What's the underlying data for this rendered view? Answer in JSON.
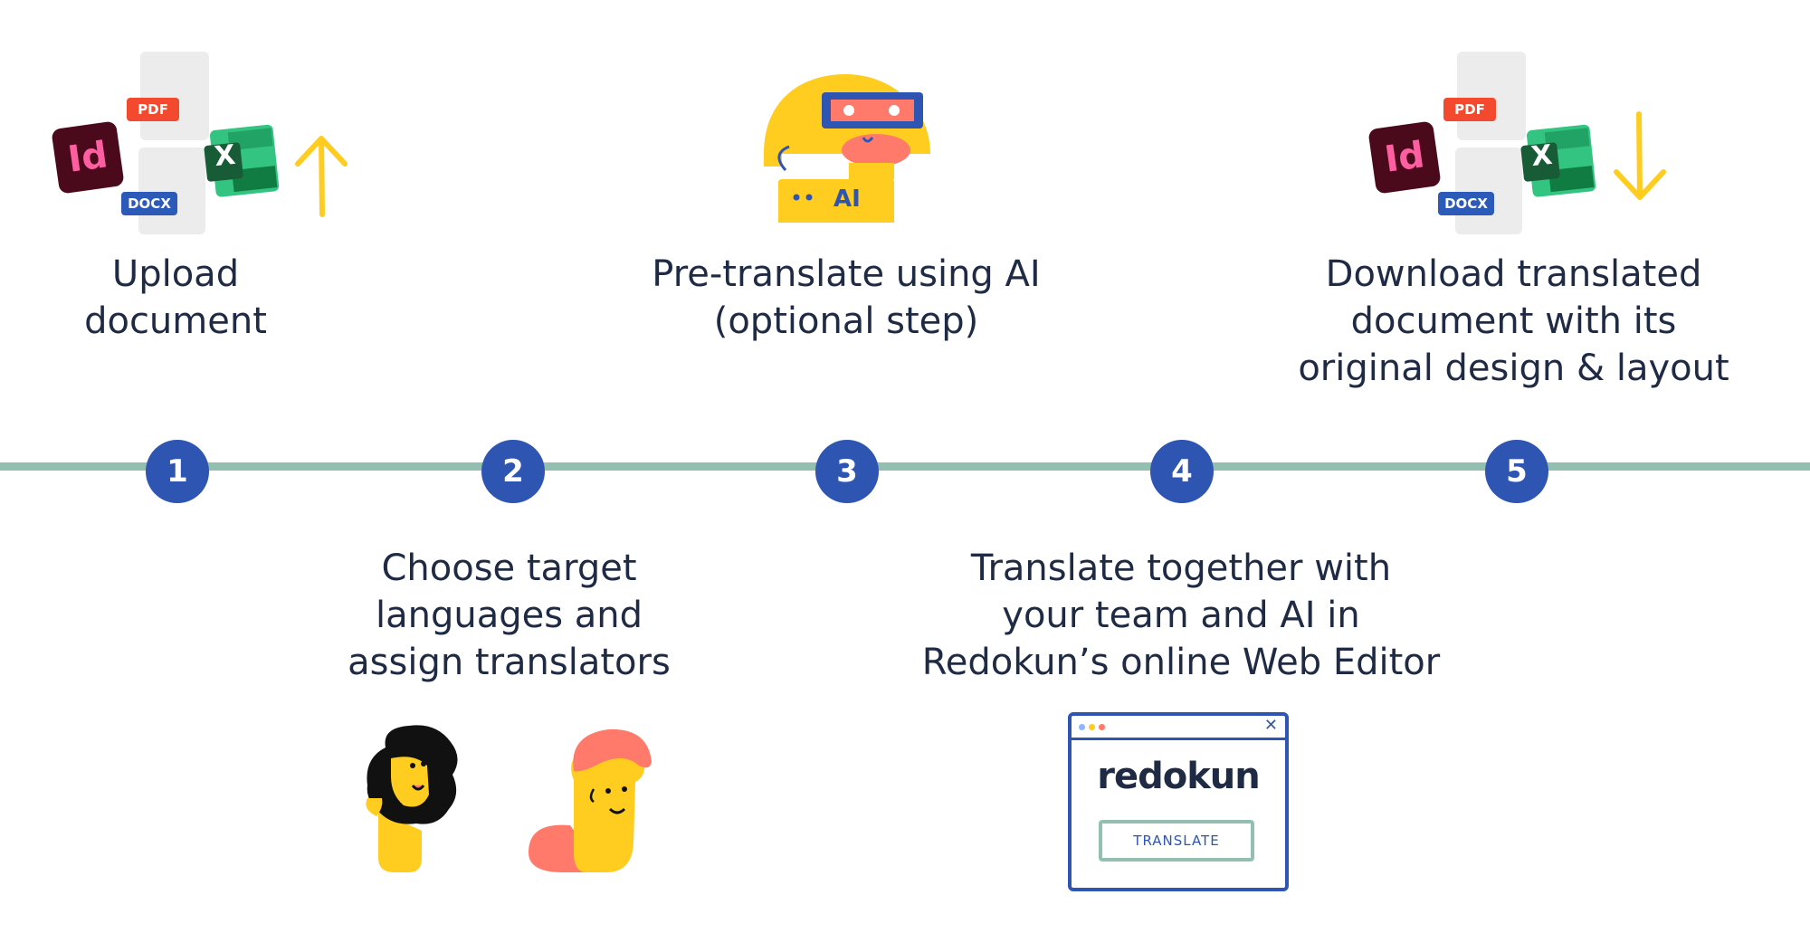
{
  "steps": [
    {
      "number": "1",
      "caption_line1": "Upload",
      "caption_line2": "document"
    },
    {
      "number": "2",
      "caption_line1": "Choose target",
      "caption_line2": "languages and",
      "caption_line3": "assign translators"
    },
    {
      "number": "3",
      "caption_line1": "Pre-translate using AI",
      "caption_line2": "(optional step)"
    },
    {
      "number": "4",
      "caption_line1": "Translate together with",
      "caption_line2": "your team and AI in",
      "caption_line3": "Redokun’s online Web Editor"
    },
    {
      "number": "5",
      "caption_line1": "Download translated",
      "caption_line2": "document with its",
      "caption_line3": "original design & layout"
    }
  ],
  "file_badges": {
    "pdf": "PDF",
    "docx": "DOCX",
    "indesign": "Id",
    "excel": "X"
  },
  "robot": {
    "chest_label": "AI"
  },
  "editor_window": {
    "brand": "redokun",
    "button_label": "TRANSLATE",
    "close_glyph": "✕"
  },
  "colors": {
    "step_circle": "#2e55b2",
    "timeline": "#93bfb1",
    "text": "#1f2a44",
    "accent_yellow": "#ffcc1f",
    "coral": "#ff7a6b"
  },
  "icons": [
    "indesign-icon",
    "pdf-icon",
    "docx-icon",
    "excel-icon",
    "arrow-up-icon",
    "arrow-down-icon",
    "robot-illustration",
    "translator-man-illustration",
    "translator-woman-illustration",
    "browser-window-illustration"
  ]
}
